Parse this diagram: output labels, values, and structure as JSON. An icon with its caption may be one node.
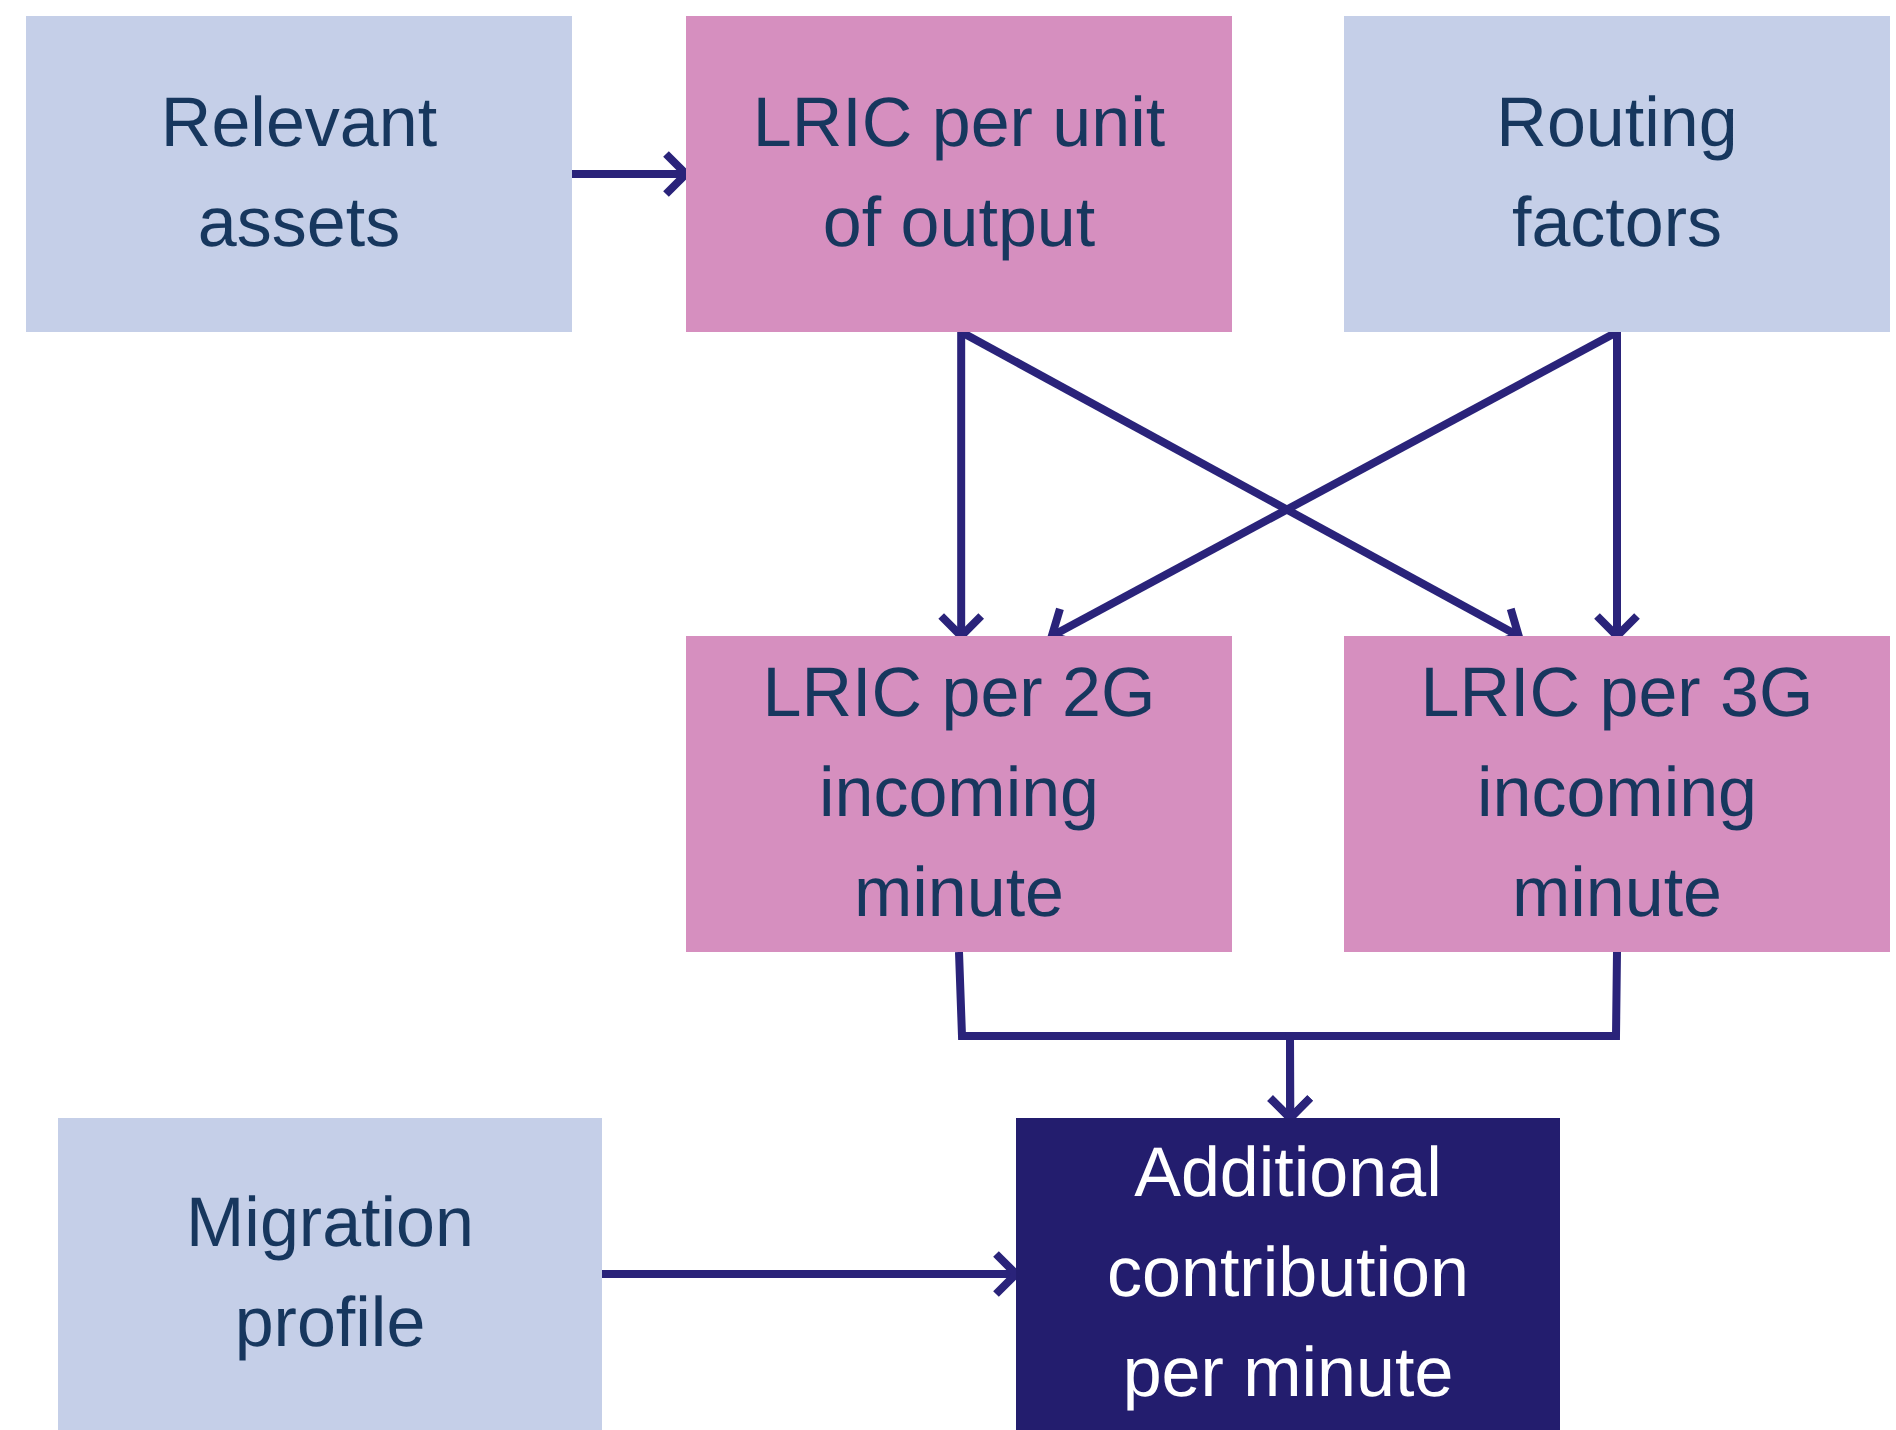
{
  "diagram": {
    "nodes": [
      {
        "text": [
          "Relevant assets"
        ]
      },
      {
        "text": [
          "LRIC per unit of output"
        ]
      },
      {
        "text": [
          "Routing factors"
        ]
      },
      {
        "text": [
          "LRIC per 2G incoming minute"
        ]
      },
      {
        "text": [
          "LRIC per 3G incoming minute"
        ]
      },
      {
        "text": [
          "Migration profile"
        ]
      },
      {
        "text": [
          "Additional contribution per minute"
        ]
      }
    ],
    "edges": [
      {
        "from": 0,
        "to": 1,
        "arrow": "to"
      },
      {
        "from": 1,
        "to": 3,
        "arrow": "to"
      },
      {
        "from": 1,
        "to": 4,
        "arrow": "to"
      },
      {
        "from": 2,
        "to": 4,
        "arrow": "to"
      },
      {
        "from": 2,
        "to": 3,
        "arrow": "to"
      },
      {
        "from": 3,
        "to": 6,
        "arrow": "to"
      },
      {
        "from": 4,
        "to": 6,
        "arrow": "to"
      },
      {
        "from": 5,
        "to": 6,
        "arrow": "to"
      }
    ]
  }
}
